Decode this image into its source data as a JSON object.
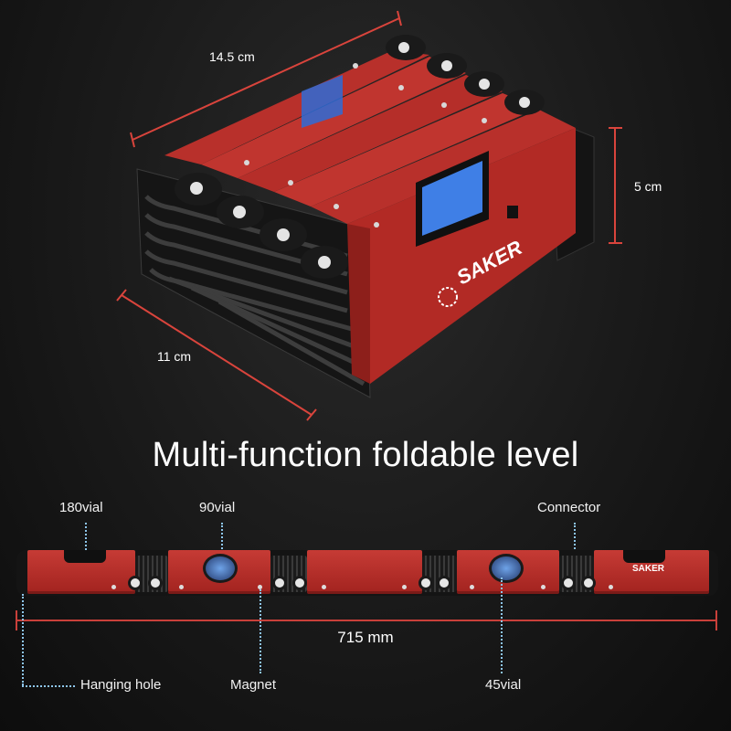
{
  "product": {
    "brand": "SAKER",
    "title": "Multi-function foldable level",
    "accent_color": "#c63b35",
    "callout_color": "#8ec6ec"
  },
  "folded_dimensions": {
    "length": "14.5 cm",
    "height": "5 cm",
    "width": "11 cm"
  },
  "unfolded": {
    "total_length": "715 mm",
    "callouts_top": [
      {
        "label": "180vial"
      },
      {
        "label": "90vial"
      },
      {
        "label": "Connector"
      }
    ],
    "callouts_bottom": [
      {
        "label": "Hanging hole"
      },
      {
        "label": "Magnet"
      },
      {
        "label": "45vial"
      }
    ]
  }
}
